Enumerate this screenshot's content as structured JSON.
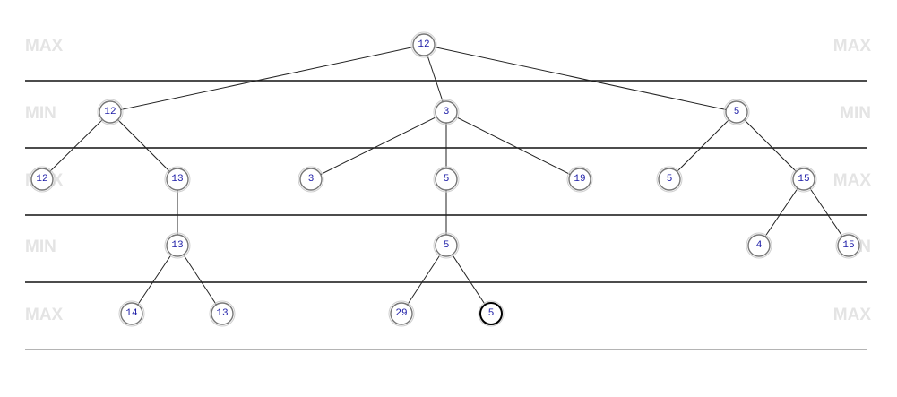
{
  "levels": [
    {
      "label": "MAX"
    },
    {
      "label": "MIN"
    },
    {
      "label": "MAX"
    },
    {
      "label": "MIN"
    },
    {
      "label": "MAX"
    }
  ],
  "nodes": [
    {
      "id": "root",
      "value": "12",
      "level": 0
    },
    {
      "id": "a",
      "value": "12",
      "level": 1
    },
    {
      "id": "b",
      "value": "3",
      "level": 1
    },
    {
      "id": "c",
      "value": "5",
      "level": 1
    },
    {
      "id": "a1",
      "value": "12",
      "level": 2
    },
    {
      "id": "a2",
      "value": "13",
      "level": 2
    },
    {
      "id": "b1",
      "value": "3",
      "level": 2
    },
    {
      "id": "b2",
      "value": "5",
      "level": 2
    },
    {
      "id": "b3",
      "value": "19",
      "level": 2
    },
    {
      "id": "c1",
      "value": "5",
      "level": 2
    },
    {
      "id": "c2",
      "value": "15",
      "level": 2
    },
    {
      "id": "a2a",
      "value": "13",
      "level": 3
    },
    {
      "id": "b2a",
      "value": "5",
      "level": 3
    },
    {
      "id": "c2a",
      "value": "4",
      "level": 3
    },
    {
      "id": "c2b",
      "value": "15",
      "level": 3
    },
    {
      "id": "a2a1",
      "value": "14",
      "level": 4
    },
    {
      "id": "a2a2",
      "value": "13",
      "level": 4
    },
    {
      "id": "b2a1",
      "value": "29",
      "level": 4
    },
    {
      "id": "b2a2",
      "value": "5",
      "level": 4,
      "selected": true
    }
  ],
  "edges": [
    [
      "root",
      "a"
    ],
    [
      "root",
      "b"
    ],
    [
      "root",
      "c"
    ],
    [
      "a",
      "a1"
    ],
    [
      "a",
      "a2"
    ],
    [
      "b",
      "b1"
    ],
    [
      "b",
      "b2"
    ],
    [
      "b",
      "b3"
    ],
    [
      "c",
      "c1"
    ],
    [
      "c",
      "c2"
    ],
    [
      "a2",
      "a2a"
    ],
    [
      "b2",
      "b2a"
    ],
    [
      "c2",
      "c2a"
    ],
    [
      "c2",
      "c2b"
    ],
    [
      "a2a",
      "a2a1"
    ],
    [
      "a2a",
      "a2a2"
    ],
    [
      "b2a",
      "b2a1"
    ],
    [
      "b2a",
      "b2a2"
    ]
  ]
}
